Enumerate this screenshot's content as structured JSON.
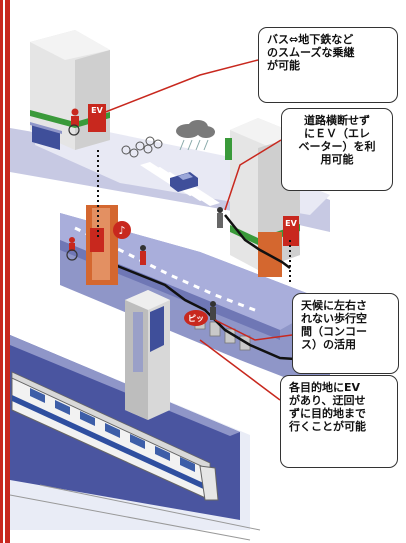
{
  "callouts": {
    "bus_transfer": {
      "lines": [
        "バス⇔地下鉄など",
        "のスムーズな乗継",
        "が可能"
      ]
    },
    "road_crossing": {
      "lines": [
        "道路横断せず",
        "にＥＶ（エレ",
        "ベーター）を利",
        "用可能"
      ]
    },
    "concourse": {
      "lines": [
        "天候に左右さ",
        "れない歩行空",
        "間（コンコー",
        "ス）の活用"
      ]
    },
    "destinations": {
      "lines": [
        "各目的地にEV",
        "があり、迂回せ",
        "ずに目的地まで",
        "行くことが可能"
      ]
    }
  },
  "signs": {
    "ev_left": "EV",
    "ev_right": "EV",
    "gate_sound": "ピッ"
  },
  "colors": {
    "border": "#c8281e",
    "platform": "#8f96c8",
    "deck_top": "#a9aedb",
    "accent_red": "#c8281e",
    "building_green": "#3a9a3a"
  }
}
